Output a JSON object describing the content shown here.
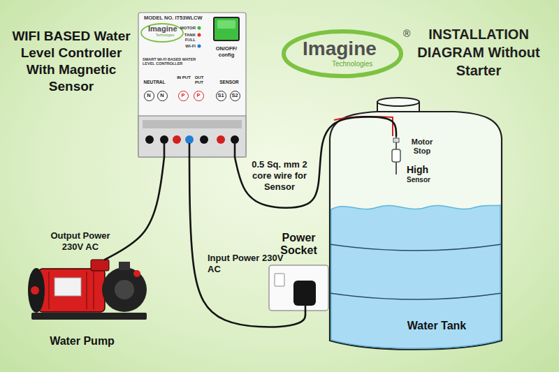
{
  "diagram": {
    "title": "INSTALLATION DIAGRAM Without Starter",
    "nodes": [
      {
        "text": [
          "MODEL NO. IT53WLCW",
          "MOTOR",
          "TANK FULL",
          "WI-FI",
          "SMART WI-FI BASED WATER LEVEL CONTROLLER",
          "NEUTRAL",
          "IN PUT",
          "OUT PUT",
          "SENSOR"
        ]
      },
      {
        "text": [
          "Imagine",
          "Technologies"
        ],
        "in": 0
      },
      {
        "text": [
          "ON/OFF/ config"
        ],
        "in": 0
      },
      {
        "text": [
          "N"
        ],
        "in": 0
      },
      {
        "text": [
          "N"
        ],
        "in": 0
      },
      {
        "text": [
          "P"
        ],
        "in": 0
      },
      {
        "text": [
          "P"
        ],
        "in": 0
      },
      {
        "text": [
          "S1"
        ],
        "in": 0
      },
      {
        "text": [
          "S2"
        ],
        "in": 0
      },
      {
        "text": [
          "Imagine",
          "Technologies",
          "®"
        ]
      },
      {
        "text": [
          "Water Pump"
        ]
      },
      {
        "text": [
          "Power Socket"
        ]
      },
      {
        "text": [
          "Water Tank"
        ]
      },
      {
        "text": [
          "Motor Stop",
          "High",
          "Sensor"
        ],
        "in": 12
      }
    ],
    "edges": [
      {
        "from": 0,
        "to": 10,
        "arrow": "none",
        "label": "Output Power 230V AC"
      },
      {
        "from": 0,
        "to": 11,
        "arrow": "none",
        "label": "Input Power 230V AC"
      },
      {
        "from": 0,
        "to": 13,
        "arrow": "none",
        "label": "0.5 Sq. mm 2 core wire for Sensor"
      }
    ],
    "labels": [
      "WIFI BASED Water Level Controller With Magnetic Sensor"
    ]
  }
}
